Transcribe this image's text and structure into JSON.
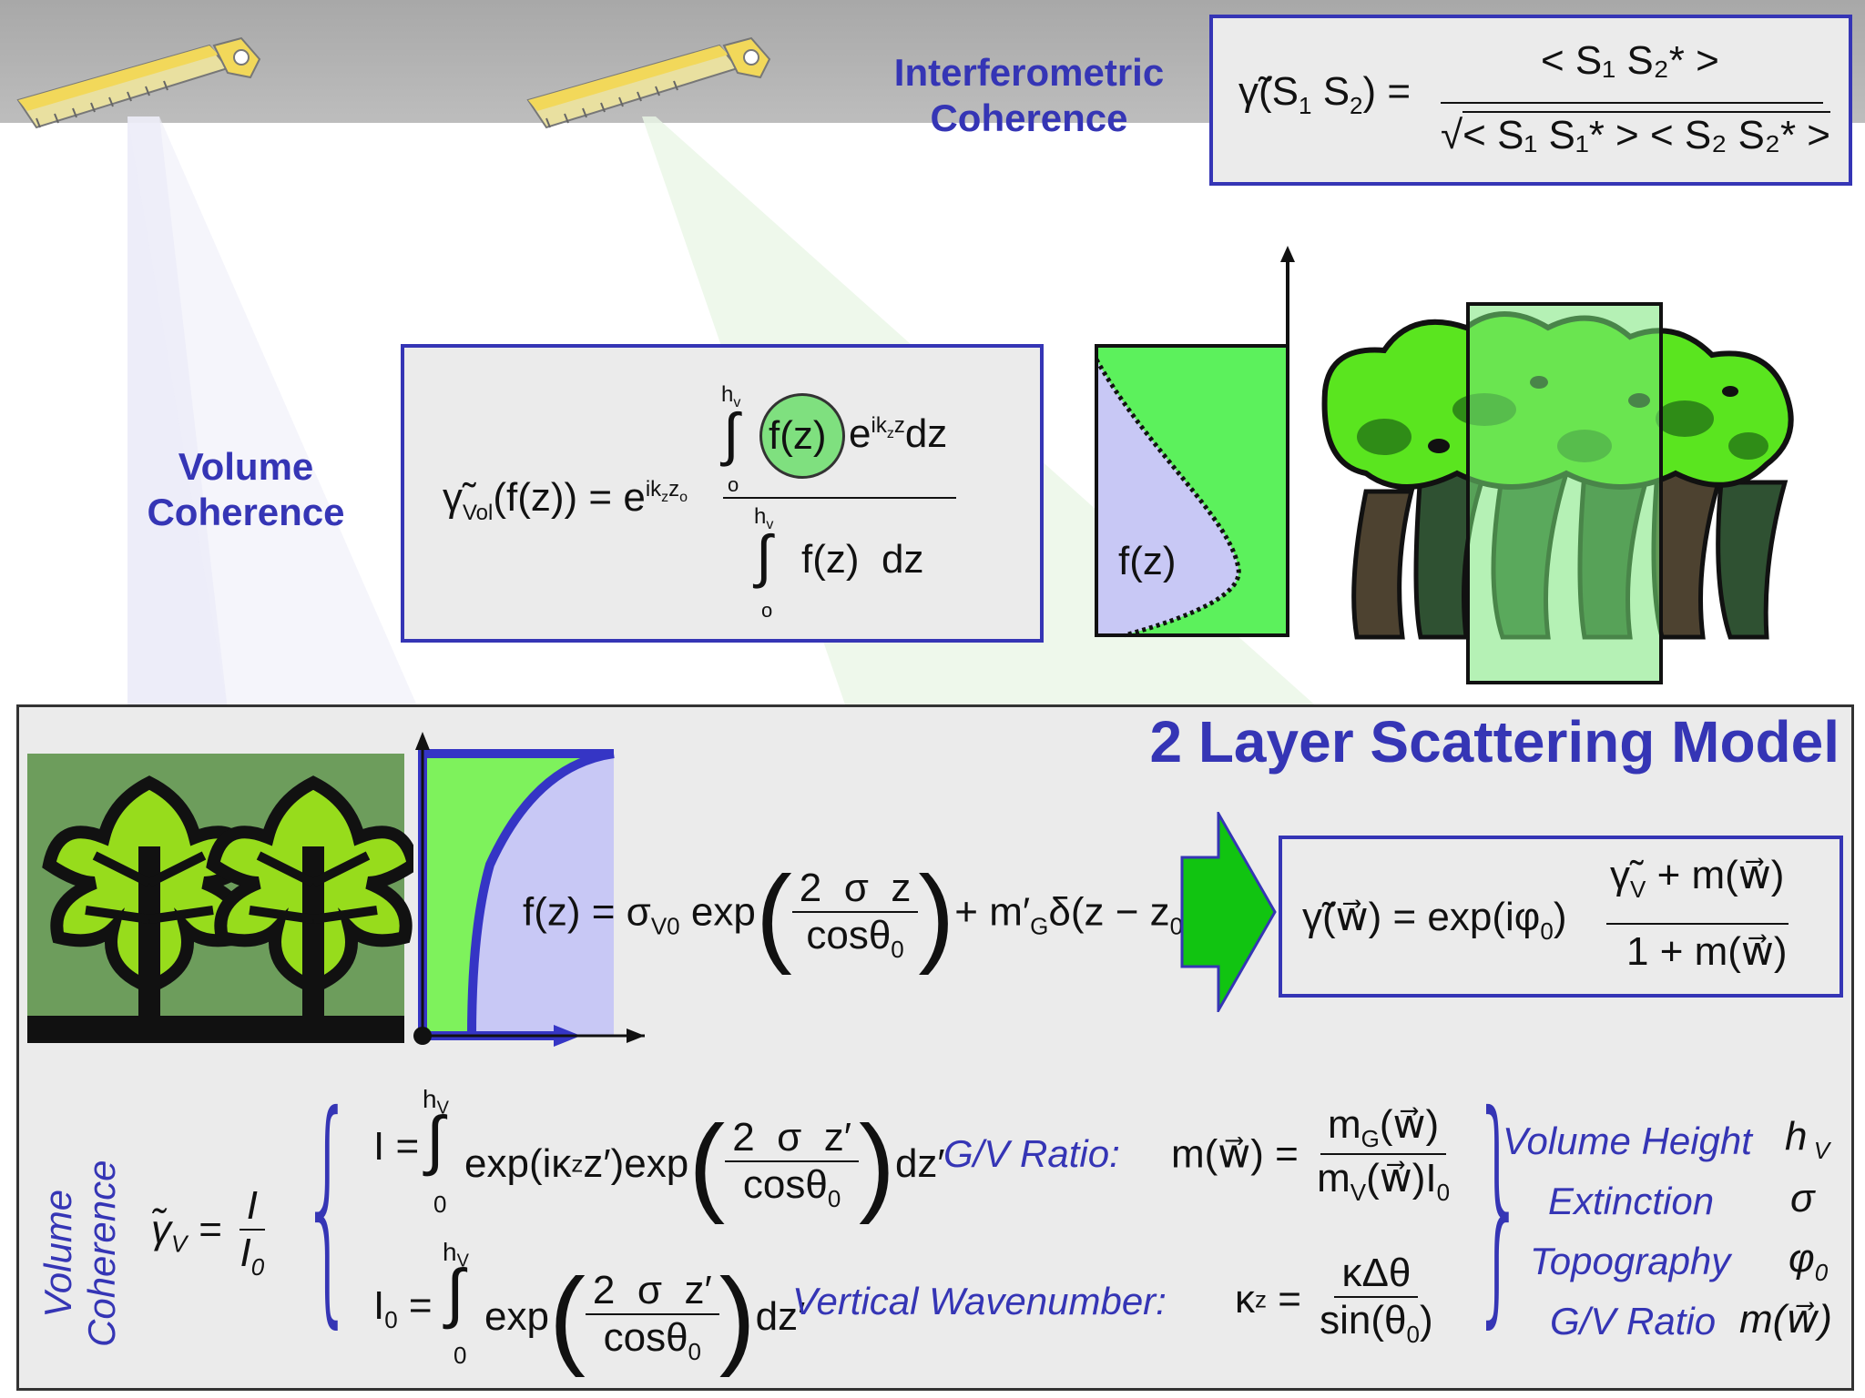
{
  "header": {
    "interferometric_line1": "Interferometric",
    "interferometric_line2": "Coherence",
    "formula_lhs": "γ̃(S",
    "formula_num": "< S₁ S₂* >",
    "formula_den": "< S₁ S₁* > < S₂ S₂* >"
  },
  "volume": {
    "heading_line1": "Volume",
    "heading_line2": "Coherence",
    "lhs": "γ̃",
    "lhs_sub": "Vol",
    "lhs_arg": "(f(z)) = e",
    "exp": "ik",
    "num_fz": "f(z)",
    "num_exp_tail": "dz",
    "den": "f(z)  dz",
    "int_upper": "h",
    "int_upper_sub": "v",
    "int_lower": "o",
    "profile_label": "f(z)"
  },
  "model": {
    "title": "2 Layer Scattering Model",
    "fz_lhs": "f(z) = σ",
    "fz_sub": "V0",
    "fz_exp": " exp",
    "fz_num": "2  σ  z",
    "fz_den": "cosθ",
    "fz_tail": "+ m′",
    "fz_tail2": "δ(z − z",
    "result_lhs": "γ̃(w⃗) = exp(iφ",
    "result_num": "γ̃",
    "result_num_tail": " + m(w⃗)",
    "result_den": "1 + m(w⃗)"
  },
  "bottom": {
    "vertical_line1": "Volume",
    "vertical_line2": "Coherence",
    "gamma_v": "γ̃",
    "gamma_v_frac_num": "I",
    "gamma_v_frac_den": "I",
    "I_lhs": "I =",
    "I_mid": "exp(iκ",
    "I_mid2": "z′)exp",
    "I_frac_num": "2  σ  z′",
    "I_frac_den": "cosθ",
    "I_tail": "dz′",
    "I0_lhs": "I",
    "I0_mid": "exp",
    "int_upper": "h",
    "int_lower": "0",
    "gv_label": "G/V Ratio:",
    "gv_lhs": "m(w⃗) =",
    "gv_num": "m",
    "gv_den": "m",
    "vw_label": "Vertical Wavenumber:",
    "vw_lhs": "κ",
    "vw_num": "κΔθ",
    "vw_den": "sin(θ",
    "params": [
      {
        "label": "Volume Height",
        "symbol": "h"
      },
      {
        "label": "Extinction",
        "symbol": "σ"
      },
      {
        "label": "Topography",
        "symbol": "φ"
      },
      {
        "label": "G/V Ratio",
        "symbol": "m(w⃗)"
      }
    ]
  },
  "colors": {
    "accent": "#3535b5",
    "green": "#5cf15c",
    "lavender": "#c8c8f5",
    "panel": "#ebebeb",
    "arrow_green": "#11c411"
  }
}
